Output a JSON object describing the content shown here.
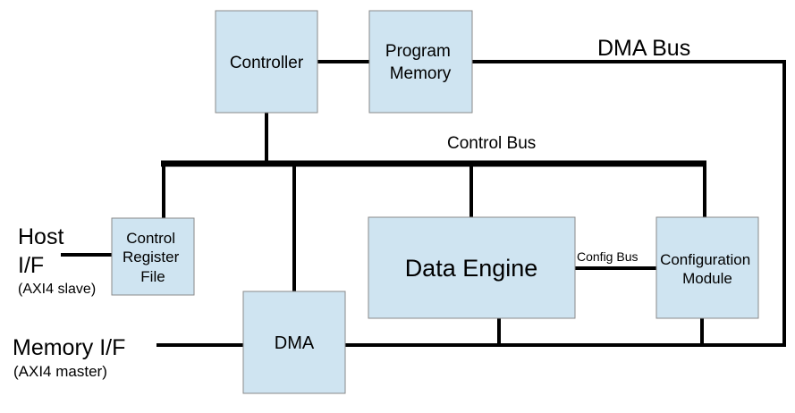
{
  "blocks": {
    "controller": {
      "lines": [
        "Controller"
      ]
    },
    "program_memory": {
      "lines": [
        "Program",
        "Memory"
      ]
    },
    "control_register_file": {
      "lines": [
        "Control",
        "Register",
        "File"
      ]
    },
    "data_engine": {
      "lines": [
        "Data Engine"
      ]
    },
    "configuration_module": {
      "lines": [
        "Configuration",
        "Module"
      ]
    },
    "dma": {
      "lines": [
        "DMA"
      ]
    }
  },
  "buses": {
    "dma_bus": "DMA Bus",
    "control_bus": "Control Bus",
    "config_bus": "Config Bus"
  },
  "interfaces": {
    "host": {
      "lines": [
        "Host",
        "I/F"
      ],
      "note": "(AXI4 slave)"
    },
    "memory": {
      "label": "Memory I/F",
      "note": "(AXI4 master)"
    }
  },
  "colors": {
    "block_fill": "#cfe4f1",
    "block_border": "#8a8a8a",
    "wire": "#000000"
  }
}
